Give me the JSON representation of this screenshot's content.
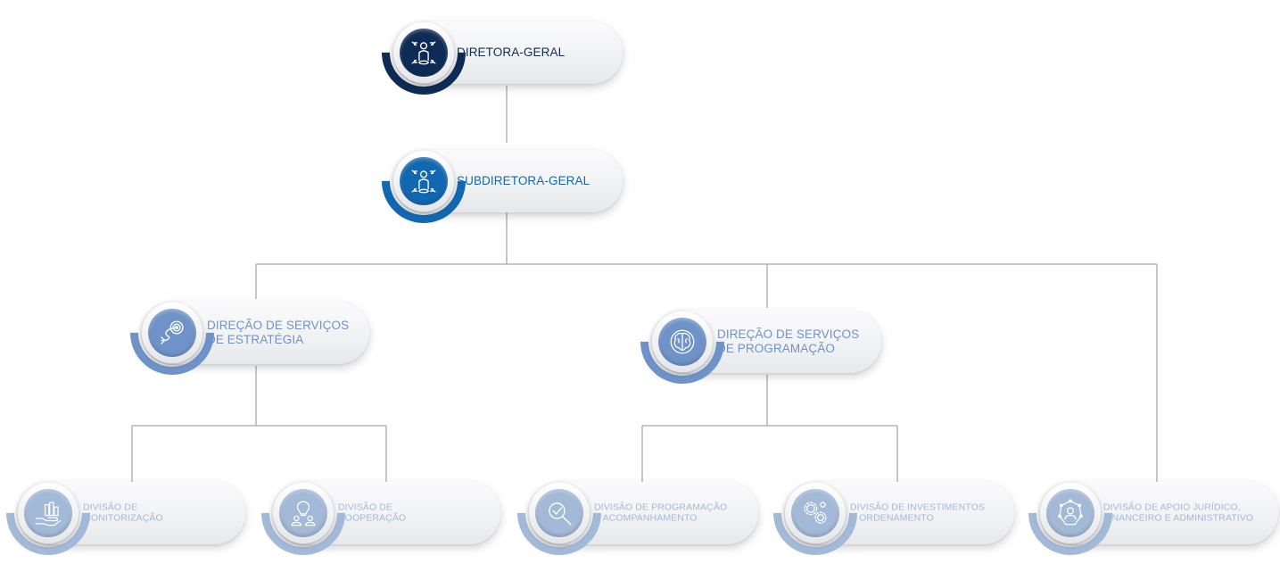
{
  "colors": {
    "connector": "#a7a9ac",
    "level1": "#0d2b55",
    "level2": "#1168b0",
    "level3": "#6f93c8",
    "level4": "#a3b9d8"
  },
  "nodes": {
    "diretora_geral": {
      "label": [
        "DIRETORA-GERAL"
      ],
      "icon": "leader-person-icon"
    },
    "subdiretora_geral": {
      "label": [
        "SUBDIRETORA-GERAL"
      ],
      "icon": "leader-person-icon"
    },
    "direcao_estrategia": {
      "label": [
        "DIREÇÃO DE SERVIÇOS",
        "DE ESTRATÉGIA"
      ],
      "icon": "target-arrow-icon"
    },
    "direcao_programacao": {
      "label": [
        "DIREÇÃO DE SERVIÇOS",
        "DE PROGRAMAÇÃO"
      ],
      "icon": "brain-icon"
    },
    "divisao_monitorizacao": {
      "label": [
        "DIVISÃO DE",
        "MONITORIZAÇÃO"
      ],
      "icon": "hand-chart-icon"
    },
    "divisao_cooperacao": {
      "label": [
        "DIVISÃO DE",
        "COOPERAÇÃO"
      ],
      "icon": "lightbulb-team-icon"
    },
    "divisao_programacao": {
      "label": [
        "DIVISÃO DE PROGRAMAÇÃO",
        "E ACOMPANHAMENTO"
      ],
      "icon": "magnifier-check-icon"
    },
    "divisao_investimentos": {
      "label": [
        "DIVISÃO DE INVESTIMENTOS",
        "E ORDENAMENTO"
      ],
      "icon": "gears-icon"
    },
    "divisao_apoio": {
      "label": [
        "DIVISÃO DE APOIO JURÍDICO,",
        "FINANCEIRO E ADMINISTRATIVO"
      ],
      "icon": "network-person-icon"
    }
  }
}
